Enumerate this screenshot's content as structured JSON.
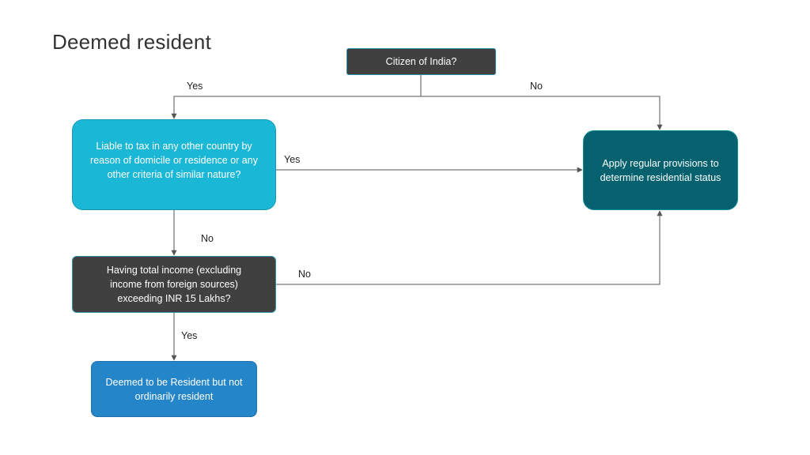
{
  "title": "Deemed resident",
  "nodes": {
    "citizen": "Citizen of India?",
    "liable": "Liable to tax in any other country by reason of domicile or residence or any other criteria of similar nature?",
    "apply": "Apply regular provisions to determine residential status",
    "income": "Having total income (excluding income from foreign sources) exceeding INR 15 Lakhs?",
    "deemed": "Deemed to be Resident but not ordinarily resident"
  },
  "edges": {
    "citizen_yes": "Yes",
    "citizen_no": "No",
    "liable_yes": "Yes",
    "liable_no": "No",
    "income_no": "No",
    "income_yes": "Yes"
  },
  "colors": {
    "citizen_fill": "#404040",
    "liable_fill": "#1bb7d6",
    "apply_fill": "#05616e",
    "income_fill": "#404040",
    "deemed_fill": "#2585c9",
    "connector": "#555555"
  }
}
